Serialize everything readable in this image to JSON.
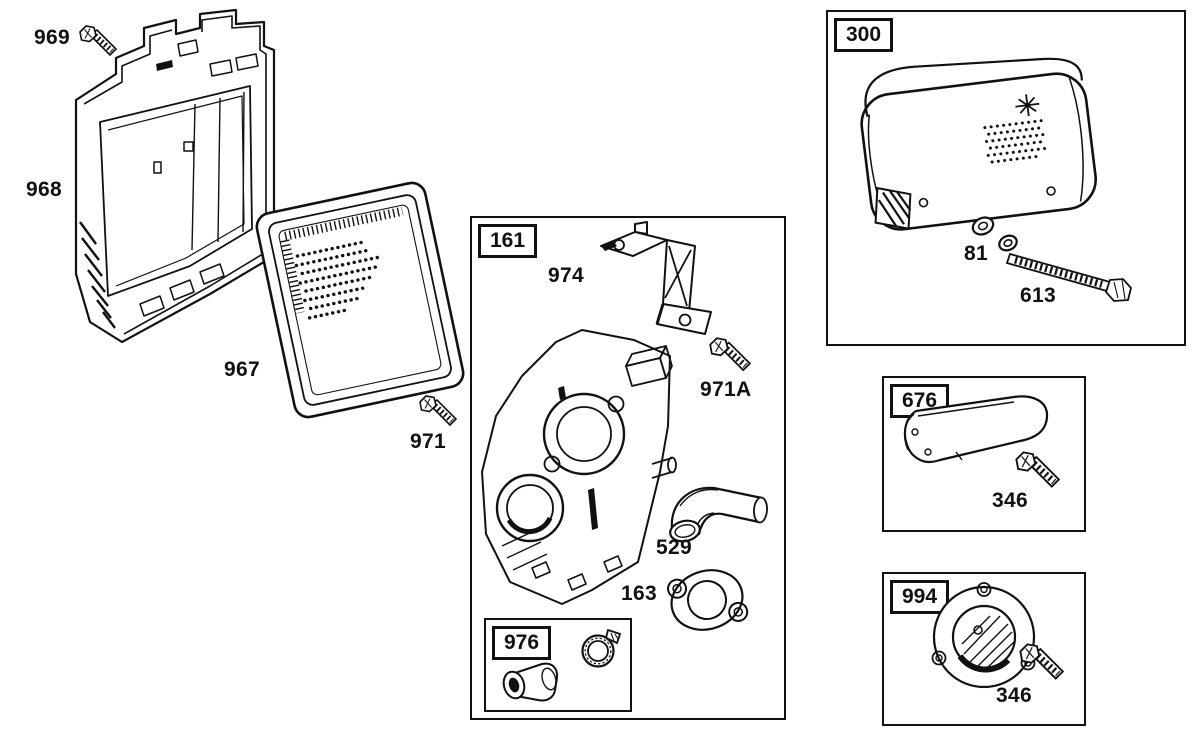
{
  "colors": {
    "ink": "#111111",
    "paper": "#ffffff"
  },
  "groups": {
    "g300": {
      "label": "300"
    },
    "g161": {
      "label": "161"
    },
    "g676": {
      "label": "676"
    },
    "g994": {
      "label": "994"
    },
    "g976": {
      "label": "976"
    }
  },
  "callouts": {
    "p969": "969",
    "p968": "968",
    "p967": "967",
    "p971": "971",
    "p974": "974",
    "p971A": "971A",
    "p529": "529",
    "p163": "163",
    "p81": "81",
    "p613": "613",
    "p346_a": "346",
    "p346_b": "346"
  }
}
